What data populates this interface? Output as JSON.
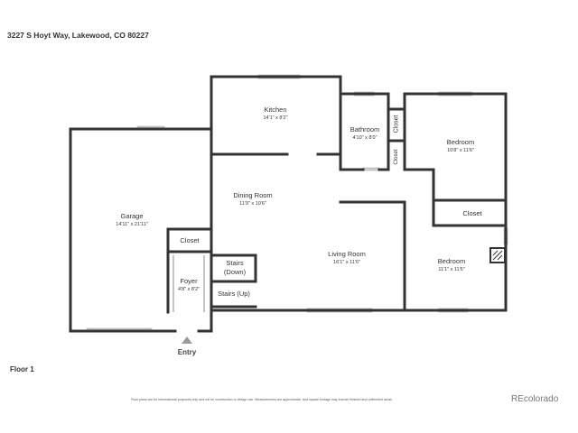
{
  "address": "3227 S Hoyt Way, Lakewood, CO 80227",
  "floor": "Floor 1",
  "entry": "Entry",
  "disclaimer": "Floor plans are for informational purposes only and not for construction or design use. Measurements are approximate, and square footage may include finished and unfinished areas.",
  "brand": "REcolorado",
  "colors": {
    "wall": "#333333",
    "window": "#cfcfcf",
    "arrow": "#9a9a9a"
  },
  "rooms": {
    "kitchen": {
      "name": "Kitchen",
      "dims": "14'1\" x 8'2\""
    },
    "bathroom": {
      "name": "Bathroom",
      "dims": "4'10\" x 8'0\""
    },
    "bedroom1": {
      "name": "Bedroom",
      "dims": "10'8\" x 11'6\""
    },
    "garage": {
      "name": "Garage",
      "dims": "14'11\" x 21'11\""
    },
    "dining": {
      "name": "Dining Room",
      "dims": "11'9\" x 10'6\""
    },
    "living": {
      "name": "Living Room",
      "dims": "16'1\" x 11'6\""
    },
    "bedroom2": {
      "name": "Bedroom",
      "dims": "11'1\" x 11'6\""
    },
    "foyer": {
      "name": "Foyer",
      "dims": "4'8\" x 8'2\""
    }
  },
  "closets": {
    "hall_upper": "Closet",
    "hall_lower": "Closet",
    "bedroom": "Closet",
    "foyer": "Closet"
  },
  "stairs": {
    "down": "Stairs\n(Down)",
    "up": "Stairs (Up)"
  }
}
